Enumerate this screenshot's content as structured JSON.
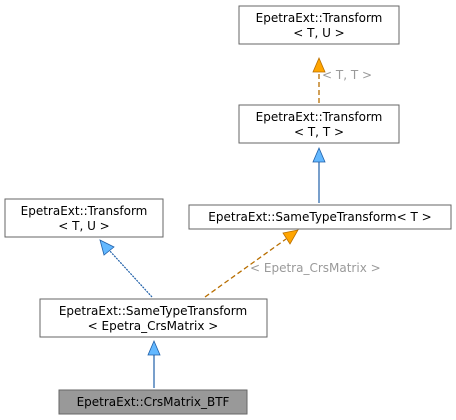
{
  "diagram": {
    "nodes": {
      "transform_tu_top": {
        "line1": "EpetraExt::Transform",
        "line2": "< T, U >"
      },
      "transform_tt": {
        "line1": "EpetraExt::Transform",
        "line2": "< T, T >"
      },
      "transform_tu_left": {
        "line1": "EpetraExt::Transform",
        "line2": "< T, U >"
      },
      "same_type_transform_t": {
        "line1": "EpetraExt::SameTypeTransform< T >"
      },
      "same_type_transform_crs": {
        "line1": "EpetraExt::SameTypeTransform",
        "line2": "< Epetra_CrsMatrix >"
      },
      "crs_matrix_btf": {
        "line1": "EpetraExt::CrsMatrix_BTF"
      }
    },
    "edge_labels": {
      "tt_label": "< T, T >",
      "crs_label": "< Epetra_CrsMatrix >"
    }
  }
}
